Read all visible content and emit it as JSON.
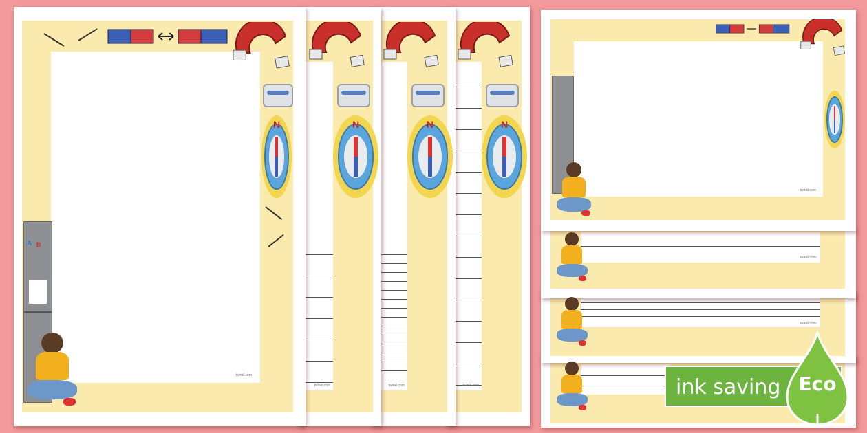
{
  "preview": {
    "theme": "magnets",
    "colors": {
      "background": "#f2999b",
      "frame": "#fbeaae",
      "magnet_red": "#d33c3c",
      "magnet_blue": "#3a5fb4",
      "eco_green": "#6cb43f"
    },
    "portrait_pages": [
      {
        "variant": "blank",
        "footer": "twinkl.com"
      },
      {
        "variant": "few-lines",
        "footer": "twinkl.com"
      },
      {
        "variant": "many-lines",
        "footer": "twinkl.com"
      },
      {
        "variant": "full-lines",
        "footer": "twinkl.com"
      }
    ],
    "landscape_pages": [
      {
        "variant": "blank",
        "footer": "twinkl.com"
      },
      {
        "variant": "lines",
        "footer": "twinkl.com"
      },
      {
        "variant": "lines",
        "footer": "twinkl.com"
      },
      {
        "variant": "lines",
        "footer": "twinkl.com"
      }
    ],
    "icons": [
      "horseshoe-magnet-icon",
      "bar-magnet-icon",
      "compass-icon",
      "magnet-tin-icon",
      "fridge-icon",
      "child-illustration"
    ]
  },
  "compass_label": "N",
  "badge": {
    "label": "ink saving",
    "eco": "Eco"
  }
}
